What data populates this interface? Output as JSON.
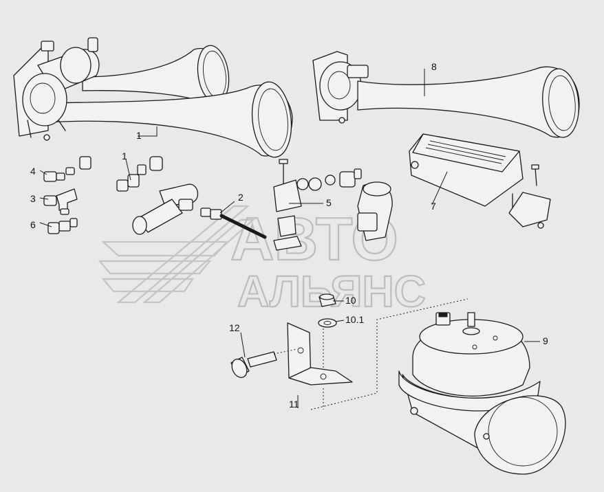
{
  "callouts": [
    {
      "id": "c1a",
      "label": "1"
    },
    {
      "id": "c1b",
      "label": "1"
    },
    {
      "id": "c2",
      "label": "2"
    },
    {
      "id": "c3",
      "label": "3"
    },
    {
      "id": "c4",
      "label": "4"
    },
    {
      "id": "c5",
      "label": "5"
    },
    {
      "id": "c6",
      "label": "6"
    },
    {
      "id": "c7",
      "label": "7"
    },
    {
      "id": "c8",
      "label": "8"
    },
    {
      "id": "c9",
      "label": "9"
    },
    {
      "id": "c10",
      "label": "10"
    },
    {
      "id": "c101",
      "label": "10.1"
    },
    {
      "id": "c11",
      "label": "11"
    },
    {
      "id": "c12",
      "label": "12"
    }
  ],
  "watermark": {
    "line1": "АВТО",
    "line2": "АЛЬЯНС"
  },
  "colors": {
    "background": "#e9e9e9",
    "ink": "#1a1a1a",
    "watermark": "#bdbdbd"
  }
}
